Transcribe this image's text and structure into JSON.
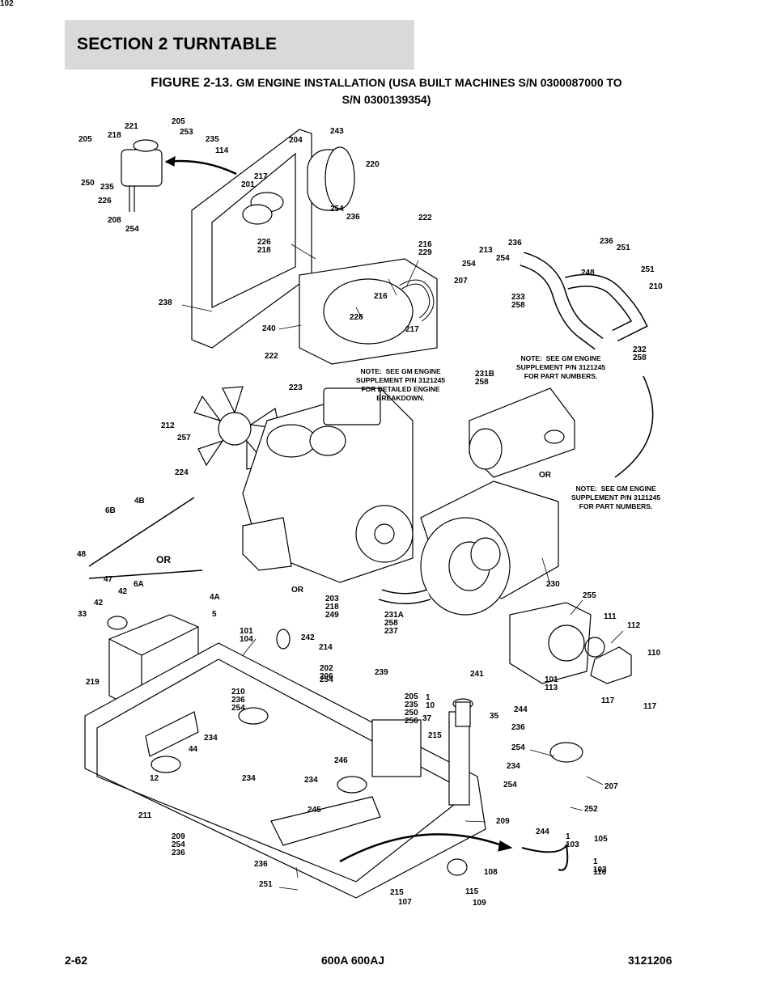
{
  "header": {
    "section": "SECTION 2   TURNTABLE",
    "figure_number": "FIGURE 2-13.",
    "figure_caption": "GM ENGINE INSTALLATION (USA BUILT MACHINES S/N 0300087000 TO",
    "figure_caption_line2": "S/N 0300139354)"
  },
  "notes": {
    "engine": "NOTE:  SEE GM ENGINE\nSUPPLEMENT P/N 3121245\nFOR DETAILED ENGINE\nBREAKDOWN.",
    "muffler_upper": "NOTE:  SEE GM ENGINE\nSUPPLEMENT P/N 3121245\nFOR PART NUMBERS.",
    "muffler_lower": "NOTE:  SEE GM ENGINE\nSUPPLEMENT P/N 3121245\nFOR PART NUMBERS.",
    "or_upper": "OR",
    "or_left": "OR"
  },
  "callouts": [
    "205",
    "253",
    "235",
    "114",
    "221",
    "218",
    "205",
    "250",
    "235",
    "226",
    "208",
    "254",
    "204",
    "243",
    "220",
    "217",
    "201",
    "254",
    "236",
    "226\n218",
    "222",
    "216\n229",
    "216",
    "228",
    "217",
    "240",
    "222",
    "238",
    "236",
    "213",
    "254",
    "254",
    "207",
    "233\n258",
    "236",
    "251",
    "248",
    "251",
    "210",
    "232\n258",
    "223",
    "212",
    "257",
    "224",
    "231B\n258",
    "6B",
    "4B",
    "48",
    "47",
    "6A",
    "42",
    "42",
    "33",
    "4A",
    "5",
    "OR",
    "203\n218\n249",
    "230",
    "231A\n258",
    "237",
    "255",
    "111",
    "112",
    "110",
    "117",
    "117",
    "101\n113",
    "101\n104",
    "242",
    "214",
    "202\n206",
    "254",
    "219",
    "210\n236\n254",
    "234",
    "44",
    "12",
    "234",
    "246",
    "234",
    "239",
    "205\n235\n250\n256",
    "241",
    "1\n10",
    "35",
    "37",
    "215",
    "244",
    "236",
    "254",
    "234",
    "254",
    "207",
    "252",
    "211",
    "209\n254\n236",
    "245",
    "236",
    "251",
    "209",
    "244",
    "1\n103",
    "105",
    "1\n103",
    "116",
    "108",
    "215",
    "107",
    "115",
    "109",
    "102"
  ],
  "footer": {
    "page": "2-62",
    "model": "600A 600AJ",
    "manual_number": "3121206"
  }
}
